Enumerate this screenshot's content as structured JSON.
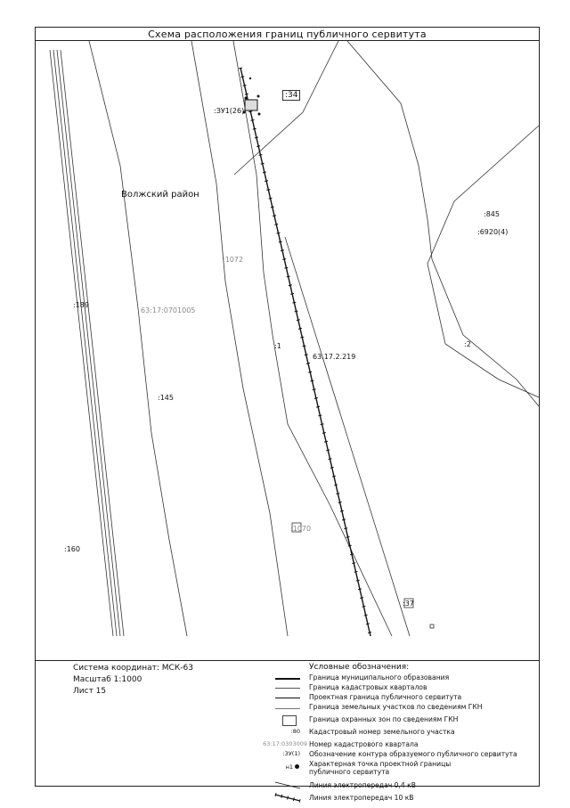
{
  "title": "Схема расположения границ публичного сервитута",
  "map": {
    "region_label": "Волжский район",
    "parcel_labels": {
      "p845": ":845",
      "p6920": ":6920(4)",
      "p1072": ":1072",
      "p189": ":189",
      "quarter": "63:17:0701005",
      "p1": ":1",
      "quarter2": "63.17.2.219",
      "p2": ":2",
      "p145": ":145",
      "p160": ":160",
      "p1070": ":1070",
      "p34": ":34",
      "p37": ":37",
      "servitude": ":ЗУ1(26)"
    }
  },
  "info": {
    "coord_system": "Система координат: МСК-63",
    "scale": "Масштаб 1:1000",
    "sheet": "Лист 15"
  },
  "legend": {
    "title": "Условные обозначения:",
    "items": [
      {
        "text": "Граница муниципального образования"
      },
      {
        "text": "Граница кадастровых кварталов"
      },
      {
        "text": "Проектная граница публичного сервитута"
      },
      {
        "text": "Граница земельных участков по сведениям ГКН"
      },
      {
        "text": "Граница охранных зон по сведениям ГКН"
      },
      {
        "text": "Кадастровый номер земельного участка",
        "sample": ":80"
      },
      {
        "text": "Номер кадастрового квартала",
        "sample": "63:17:0303009"
      },
      {
        "text": "Обозначение контура образуемого публичного сервитута",
        "sample": ":ЗУ(1)"
      },
      {
        "text": "Характерная точка проектной границы",
        "text2": "публичного сервитута",
        "sample": "н1"
      },
      {
        "text": "Линия электропередач 0,4 кВ"
      },
      {
        "text": "Линия электропередач 10 кВ"
      }
    ]
  }
}
